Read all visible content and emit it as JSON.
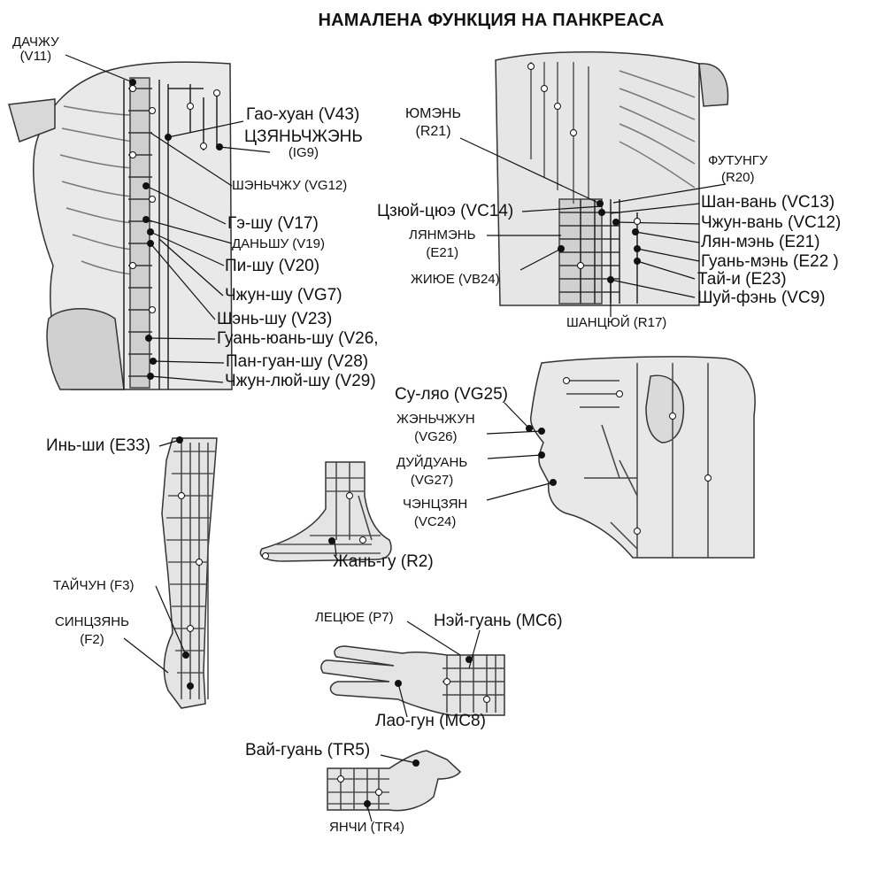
{
  "title": "НАМАЛЕНА ФУНКЦИЯ НА ПАНКРЕАСА",
  "back": {
    "dachzhu_name": "ДАЧЖУ",
    "dachzhu_code": "(V11)",
    "gaohuan": "Гао-хуан (V43)",
    "tszyanchzhen_name": "ЦЗЯНЬЧЖЭНЬ",
    "tszyanchzhen_code": "(IG9)",
    "shenchzhu": "ШЭНЬЧЖУ (VG12)",
    "geshu": "Гэ-шу (V17)",
    "danshu": "ДАНЬШУ (V19)",
    "pishu": "Пи-шу (V20)",
    "chzhunshu": "Чжун-шу (VG7)",
    "shenshu": "Шэнь-шу (V23)",
    "guanyuanshu": "Гуань-юань-шу (V26,",
    "panguanshu": "Пан-гуан-шу (V28)",
    "chzhunlyushu": "Чжун-люй-шу (V29)"
  },
  "abdomen": {
    "yumen_name": "ЮМЭНЬ",
    "yumen_code": "(R21)",
    "futungu_name": "ФУТУНГУ",
    "futungu_code": "(R20)",
    "tszyuicyue": "Цзюй-цюэ (VC14)",
    "lyanmen_name": "ЛЯНМЭНЬ",
    "lyanmen_code": "(E21)",
    "zhiyue": "ЖИЮЕ (VB24)",
    "shanvan": "Шан-вань (VC13)",
    "chzhunvan": "Чжун-вань (VC12)",
    "lyanmen2": "Лян-мэнь (E21)",
    "guanmen": "Гуань-мэнь (E22 )",
    "taii": "Тай-и (E23)",
    "shuifen": "Шуй-фэнь (VC9)",
    "shantsyui": "ШАНЦЮЙ (R17)"
  },
  "head": {
    "sulyao": "Су-ляо (VG25)",
    "zhenchzhun_name": "ЖЭНЬЧЖУН",
    "zhenchzhun_code": "(VG26)",
    "duiduan_name": "ДУЙДУАНЬ",
    "duiduan_code": "(VG27)",
    "chentszyan_name": "ЧЭНЦЗЯН",
    "chentszyan_code": "(VC24)"
  },
  "leg": {
    "inshi": "Инь-ши (E33)",
    "taichun": "ТАЙЧУН (F3)",
    "sintszyan_name": "СИНЦЗЯНЬ",
    "sintszyan_code": "(F2)"
  },
  "foot": {
    "zhangu": "Жань-гу (R2)"
  },
  "hand": {
    "letsyue": "ЛЕЦЮЕ (Р7)",
    "neiguan": "Нэй-гуань (МС6)",
    "laogun": "Лао-гун (МС8)"
  },
  "wrist": {
    "vaiguan": "Вай-гуань (TR5)",
    "yanchi": "ЯНЧИ (TR4)"
  }
}
